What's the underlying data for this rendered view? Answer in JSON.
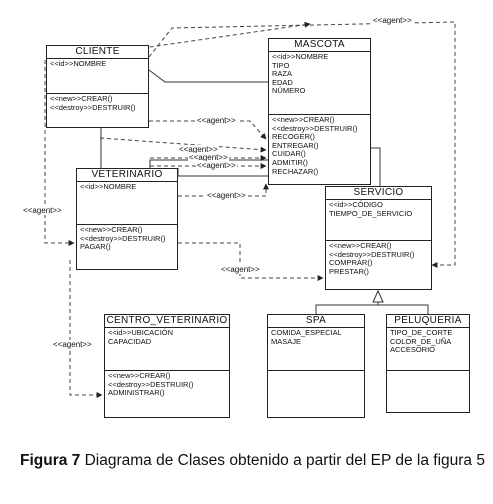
{
  "classes": {
    "cliente": {
      "name": "CLIENTE",
      "attributes": [
        "<<id>>NOMBRE"
      ],
      "methods": [
        "<<new>>CREAR()",
        "<<destroy>>DESTRUIR()"
      ]
    },
    "mascota": {
      "name": "MASCOTA",
      "attributes": [
        "<<id>>NOMBRE",
        "TIPO",
        "RAZA",
        "EDAD",
        "NÚMERO"
      ],
      "methods": [
        "<<new>>CREAR()",
        "<<destroy>>DESTRUIR()",
        "RECOGER()",
        "ENTREGAR()",
        "CUIDAR()",
        "ADMITIR()",
        "RECHAZAR()"
      ]
    },
    "veterinario": {
      "name": "VETERINARIO",
      "attributes": [
        "<<id>>NOMBRE"
      ],
      "methods": [
        "<<new>>CREAR()",
        "<<destroy>>DESTRUIR()",
        "PAGAR()"
      ]
    },
    "servicio": {
      "name": "SERVICIO",
      "attributes": [
        "<<id>>CÓDIGO",
        "TIEMPO_DE_SERVICIO"
      ],
      "methods": [
        "<<new>>CREAR()",
        "<<destroy>>DESTRUIR()",
        "COMPRAR()",
        "PRESTAR()"
      ]
    },
    "centro": {
      "name": "CENTRO_VETERINARIO",
      "attributes": [
        "<<id>>UBICACIÓN",
        "CAPACIDAD"
      ],
      "methods": [
        "<<new>>CREAR()",
        "<<destroy>>DESTRUIR()",
        "ADMINISTRAR()"
      ]
    },
    "spa": {
      "name": "SPA",
      "attributes": [
        "COMIDA_ESPECIAL",
        "MASAJE"
      ],
      "methods": []
    },
    "peluqueria": {
      "name": "PELUQUERÍA",
      "attributes": [
        "TIPO_DE_CORTE",
        "COLOR_DE_UÑA",
        "ACCESORIO"
      ],
      "methods": []
    }
  },
  "agent_label": "<<agent>>",
  "caption": {
    "figure": "Figura 7",
    "text": " Diagrama de Clases obtenido a partir del EP de la figura 5"
  }
}
